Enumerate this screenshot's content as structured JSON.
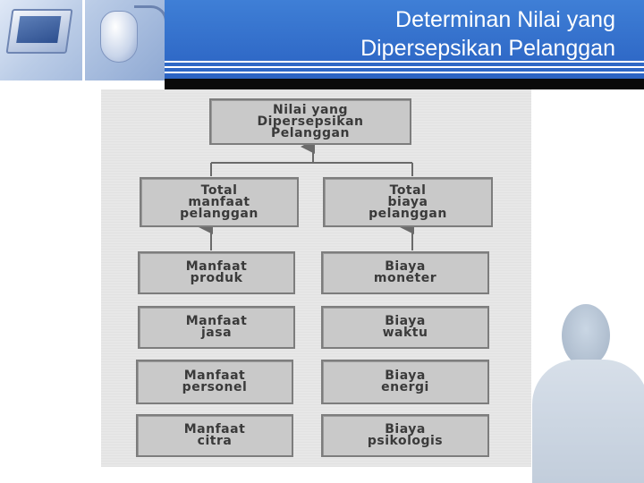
{
  "header": {
    "title_line1": "Determinan Nilai yang",
    "title_line2": "Dipersepsikan Pelanggan"
  },
  "diagram": {
    "top_node": "Nilai yang\nDipersepsikan\nPelanggan",
    "left_column": {
      "header": "Total\nmanfaat\npelanggan",
      "items": [
        "Manfaat\nproduk",
        "Manfaat\njasa",
        "Manfaat\npersonel",
        "Manfaat\ncitra"
      ]
    },
    "right_column": {
      "header": "Total\nbiaya\npelanggan",
      "items": [
        "Biaya\nmoneter",
        "Biaya\nwaktu",
        "Biaya\nenergi",
        "Biaya\npsikologis"
      ]
    }
  },
  "colors": {
    "header_blue": "#2a62c2",
    "box_fill": "#c9c9c9",
    "box_border": "#7d7d7d",
    "diagram_bg": "#e7e7e7"
  },
  "icons": [
    "laptop-icon",
    "mouse-icon"
  ]
}
